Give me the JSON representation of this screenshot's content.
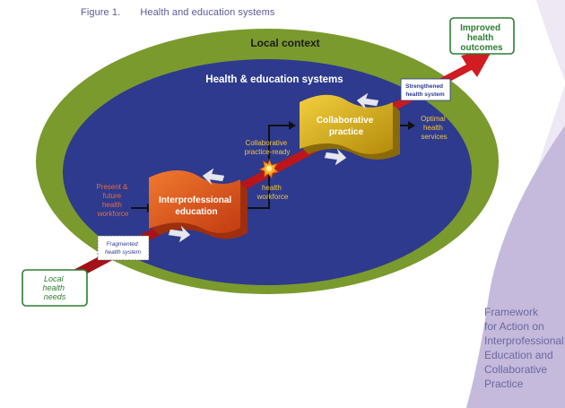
{
  "figure": {
    "number": "Figure 1.",
    "title": "Health and education systems"
  },
  "diagram": {
    "outer_label": "Local context",
    "inner_label": "Health & education systems",
    "interprofessional_education": [
      "Interprofessional",
      "education"
    ],
    "collaborative_practice": [
      "Collaborative",
      "practice"
    ],
    "present_future_workforce": [
      "Present &",
      "future",
      "health",
      "workforce"
    ],
    "collaborative_ready": [
      "Collaborative",
      "practice-ready"
    ],
    "health_workforce": [
      "health",
      "workforce"
    ],
    "optimal_services": [
      "Optimal",
      "health",
      "services"
    ],
    "fragmented": [
      "Fragmented",
      "health system"
    ],
    "strengthened": [
      "Strengthened",
      "health system"
    ],
    "local_needs": [
      "Local",
      "health",
      "needs"
    ],
    "improved_outcomes": [
      "Improved",
      "health",
      "outcomes"
    ]
  },
  "sidebar": {
    "lines": [
      "Framework",
      "for Action on",
      "Interprofessional",
      "Education and",
      "Collaborative",
      "Practice"
    ]
  },
  "colors": {
    "olive": "#7a9a2e",
    "navy": "#2d3a8e",
    "red_arrow": "#c0161d",
    "orange": "#e2531d",
    "gold": "#c9a214",
    "green_text": "#2e7d32",
    "lavender": "#c5b9dc"
  }
}
